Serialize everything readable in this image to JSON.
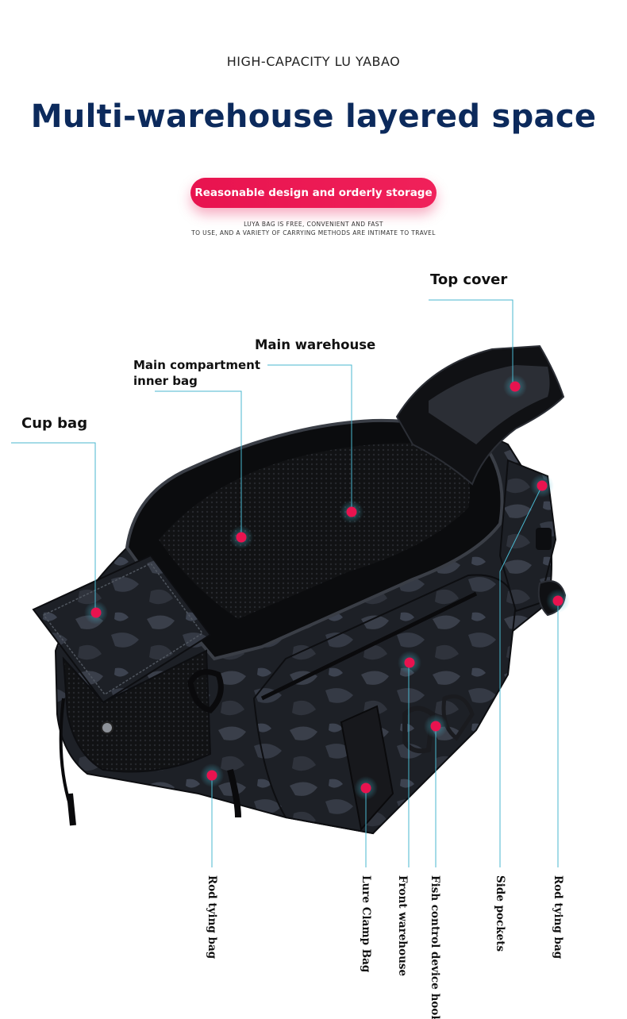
{
  "header": {
    "kicker": "HIGH-CAPACITY LU YABAO",
    "title": "Multi-warehouse layered space",
    "pill": "Reasonable design and orderly storage",
    "description_line1": "LUYA BAG IS FREE, CONVENIENT AND FAST",
    "description_line2": "TO USE, AND A VARIETY OF CARRYING METHODS ARE INTIMATE TO TRAVEL"
  },
  "callouts": {
    "top_cover": "Top cover",
    "main_warehouse": "Main warehouse",
    "inner_bag_line1": "Main compartment",
    "inner_bag_line2": "inner bag",
    "cup_bag": "Cup bag",
    "rod_tying_left": "Rod tying bag",
    "lure_clamp": "Lure Clamp Bag",
    "front_line1": "Front",
    "front_line2": "warehouse",
    "fish_line1": "Fish control device",
    "fish_line2": "hook",
    "side_pockets": "Side pockets",
    "rod_tying_right": "Rod tying bag"
  },
  "colors": {
    "headline": "#0c2a5c",
    "accent_pink": "#e8134f",
    "leader_line": "#49b7cf",
    "bag_dark": "#1c1e24"
  }
}
